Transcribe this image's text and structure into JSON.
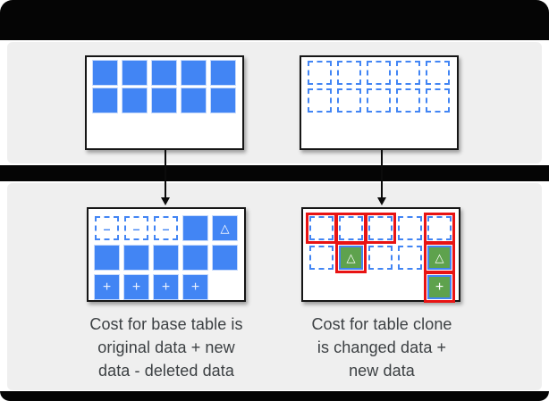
{
  "colors": {
    "blue": "#4285F4",
    "green": "#5EA24D",
    "red": "#E81313",
    "bar": "#050505",
    "panel": "#EFEFEF",
    "text": "#3C4043"
  },
  "glyphs": {
    "minus": "–",
    "triangle": "△",
    "plus": "+"
  },
  "cell_legend": {
    "S": "solid blue block (original data)",
    "ST": "solid blue block with triangle (changed data)",
    "SP": "solid blue block with plus (new data)",
    "D": "dashed empty block (data stored in base table)",
    "DM": "dashed block with minus (deleted data)",
    "DR": "dashed block with red ring (referenced data)",
    "GT": "green block with triangle and red ring (changed data)",
    "GP": "green block with plus and red ring (new data)",
    "X": "empty slot"
  },
  "diagram": {
    "base_table_before": {
      "rows": [
        [
          "S",
          "S",
          "S",
          "S",
          "S"
        ],
        [
          "S",
          "S",
          "S",
          "S",
          "S"
        ]
      ]
    },
    "clone_before": {
      "rows": [
        [
          "D",
          "D",
          "D",
          "D",
          "D"
        ],
        [
          "D",
          "D",
          "D",
          "D",
          "D"
        ]
      ]
    },
    "base_table_after": {
      "rows": [
        [
          "DM",
          "DM",
          "DM",
          "S",
          "ST"
        ],
        [
          "S",
          "S",
          "S",
          "S",
          "S"
        ],
        [
          "SP",
          "SP",
          "SP",
          "SP",
          "X"
        ]
      ]
    },
    "clone_after": {
      "rows": [
        [
          "DR",
          "DR",
          "DR",
          "D",
          "DR"
        ],
        [
          "D",
          "GT",
          "D",
          "D",
          "GT"
        ],
        [
          "X",
          "X",
          "X",
          "X",
          "GP"
        ]
      ]
    }
  },
  "captions": {
    "base_table": {
      "lines": [
        "Cost for base table is",
        "original data + new",
        "data - deleted data"
      ]
    },
    "table_clone": {
      "lines": [
        "Cost for table clone",
        "is changed data +",
        "new data"
      ]
    }
  }
}
